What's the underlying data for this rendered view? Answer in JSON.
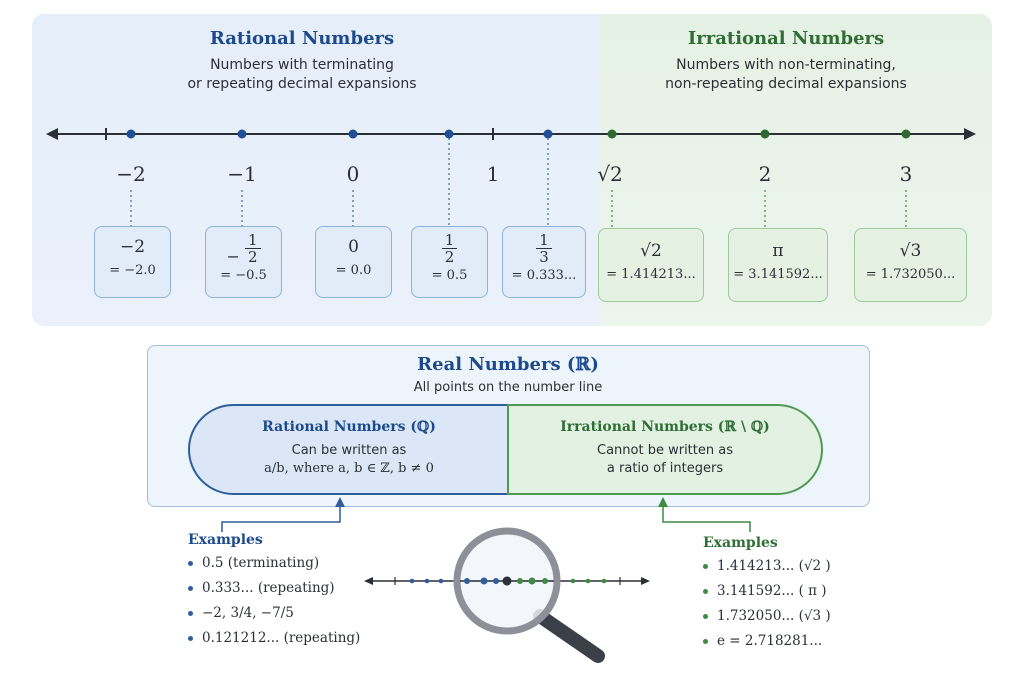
{
  "rational": {
    "title": "Rational Numbers",
    "subtitle_1": "Numbers with terminating",
    "subtitle_2": "or repeating decimal expansions",
    "color": "#1c4a8c"
  },
  "irrational": {
    "title": "Irrational Numbers",
    "subtitle_1": "Numbers with non-terminating,",
    "subtitle_2": "non-repeating decimal expansions",
    "color": "#2f6e34"
  },
  "number_line": {
    "labels": [
      "−2",
      "−1",
      "0",
      "1",
      "√2",
      "2",
      "3"
    ]
  },
  "cards": [
    {
      "top": "−2",
      "bottom": "= −2.0",
      "kind": "rational"
    },
    {
      "top_sign": "−",
      "num": "1",
      "den": "2",
      "bottom": "= −0.5",
      "kind": "rational"
    },
    {
      "top": "0",
      "bottom": "= 0.0",
      "kind": "rational"
    },
    {
      "num": "1",
      "den": "2",
      "bottom": "= 0.5",
      "kind": "rational"
    },
    {
      "num": "1",
      "den": "3",
      "bottom": "= 0.333...",
      "kind": "rational"
    },
    {
      "top": "√2",
      "bottom": "= 1.414213...",
      "kind": "irrational"
    },
    {
      "top": "π",
      "bottom": "= 3.141592...",
      "kind": "irrational"
    },
    {
      "top": "√3",
      "bottom": "= 1.732050...",
      "kind": "irrational"
    }
  ],
  "real": {
    "title": "Real Numbers (ℝ)",
    "subtitle": "All points on the number line"
  },
  "rational_set": {
    "title": "Rational Numbers (ℚ)",
    "line1": "Can be written as",
    "line2": "a/b, where a, b ∈ ℤ, b ≠ 0"
  },
  "irrational_set": {
    "title": "Irrational Numbers (ℝ \\ ℚ)",
    "line1": "Cannot be written as",
    "line2": "a ratio of integers"
  },
  "examples_rational": {
    "title": "Examples",
    "items": [
      "0.5 (terminating)",
      "0.333... (repeating)",
      "−2, 3/4, −7/5",
      "0.121212... (repeating)"
    ]
  },
  "examples_irrational": {
    "title": "Examples",
    "items": [
      "1.414213... (√2 )",
      "3.141592... ( π )",
      "1.732050... (√3 )",
      "e = 2.718281..."
    ]
  },
  "icons": {
    "magnifier": "magnifying-glass-icon"
  }
}
